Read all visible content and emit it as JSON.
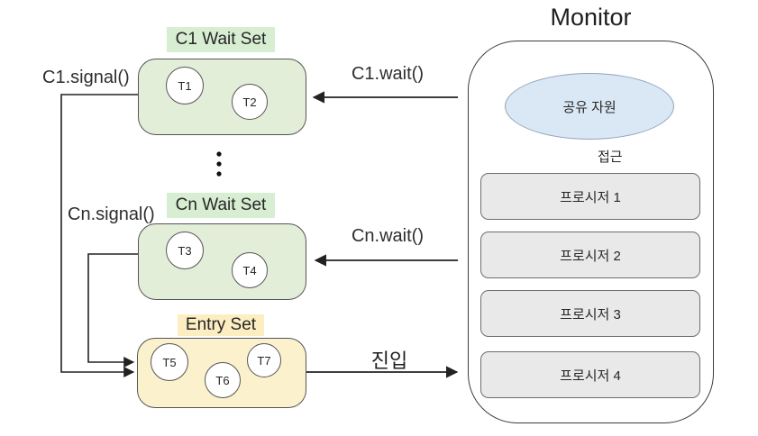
{
  "monitor": {
    "title": "Monitor",
    "shared_resource_label": "공유 자원",
    "access_label": "접근",
    "procedures": [
      "프로시저 1",
      "프로시저 2",
      "프로시저 3",
      "프로시저 4"
    ]
  },
  "wait_sets": [
    {
      "title": "C1 Wait Set",
      "signal_label": "C1.signal()",
      "wait_label": "C1.wait()",
      "threads": [
        "T1",
        "T2"
      ]
    },
    {
      "title": "Cn Wait Set",
      "signal_label": "Cn.signal()",
      "wait_label": "Cn.wait()",
      "threads": [
        "T3",
        "T4"
      ]
    }
  ],
  "entry_set": {
    "title": "Entry Set",
    "entry_arrow_label": "진입",
    "threads": [
      "T5",
      "T6",
      "T7"
    ]
  },
  "colors": {
    "wait_set_fill": "#e3eed9",
    "wait_set_tag_bg": "#d8eed3",
    "entry_set_fill": "#fcf1cd",
    "entry_set_tag_bg": "#fdeec2",
    "shared_resource_fill": "#dae8f5",
    "procedure_fill": "#e9e9e9",
    "line_color": "#222222"
  }
}
